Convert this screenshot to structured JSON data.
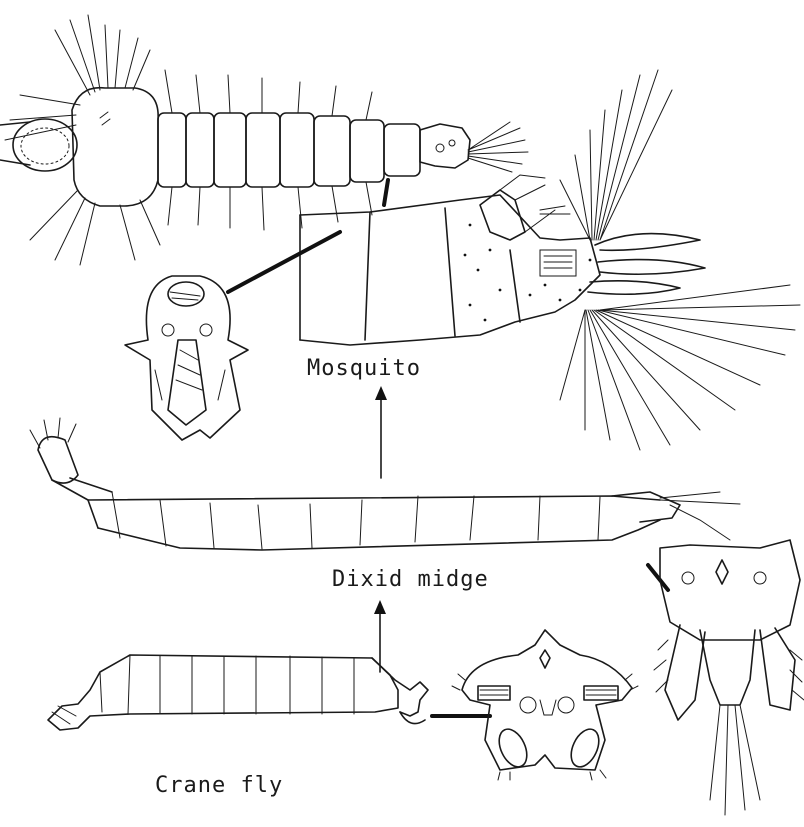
{
  "labels": {
    "mosquito": "Mosquito",
    "dixid_midge": "Dixid midge",
    "crane_fly": "Crane fly"
  },
  "colors": {
    "ink": "#1a1a1a",
    "background": "#ffffff"
  }
}
